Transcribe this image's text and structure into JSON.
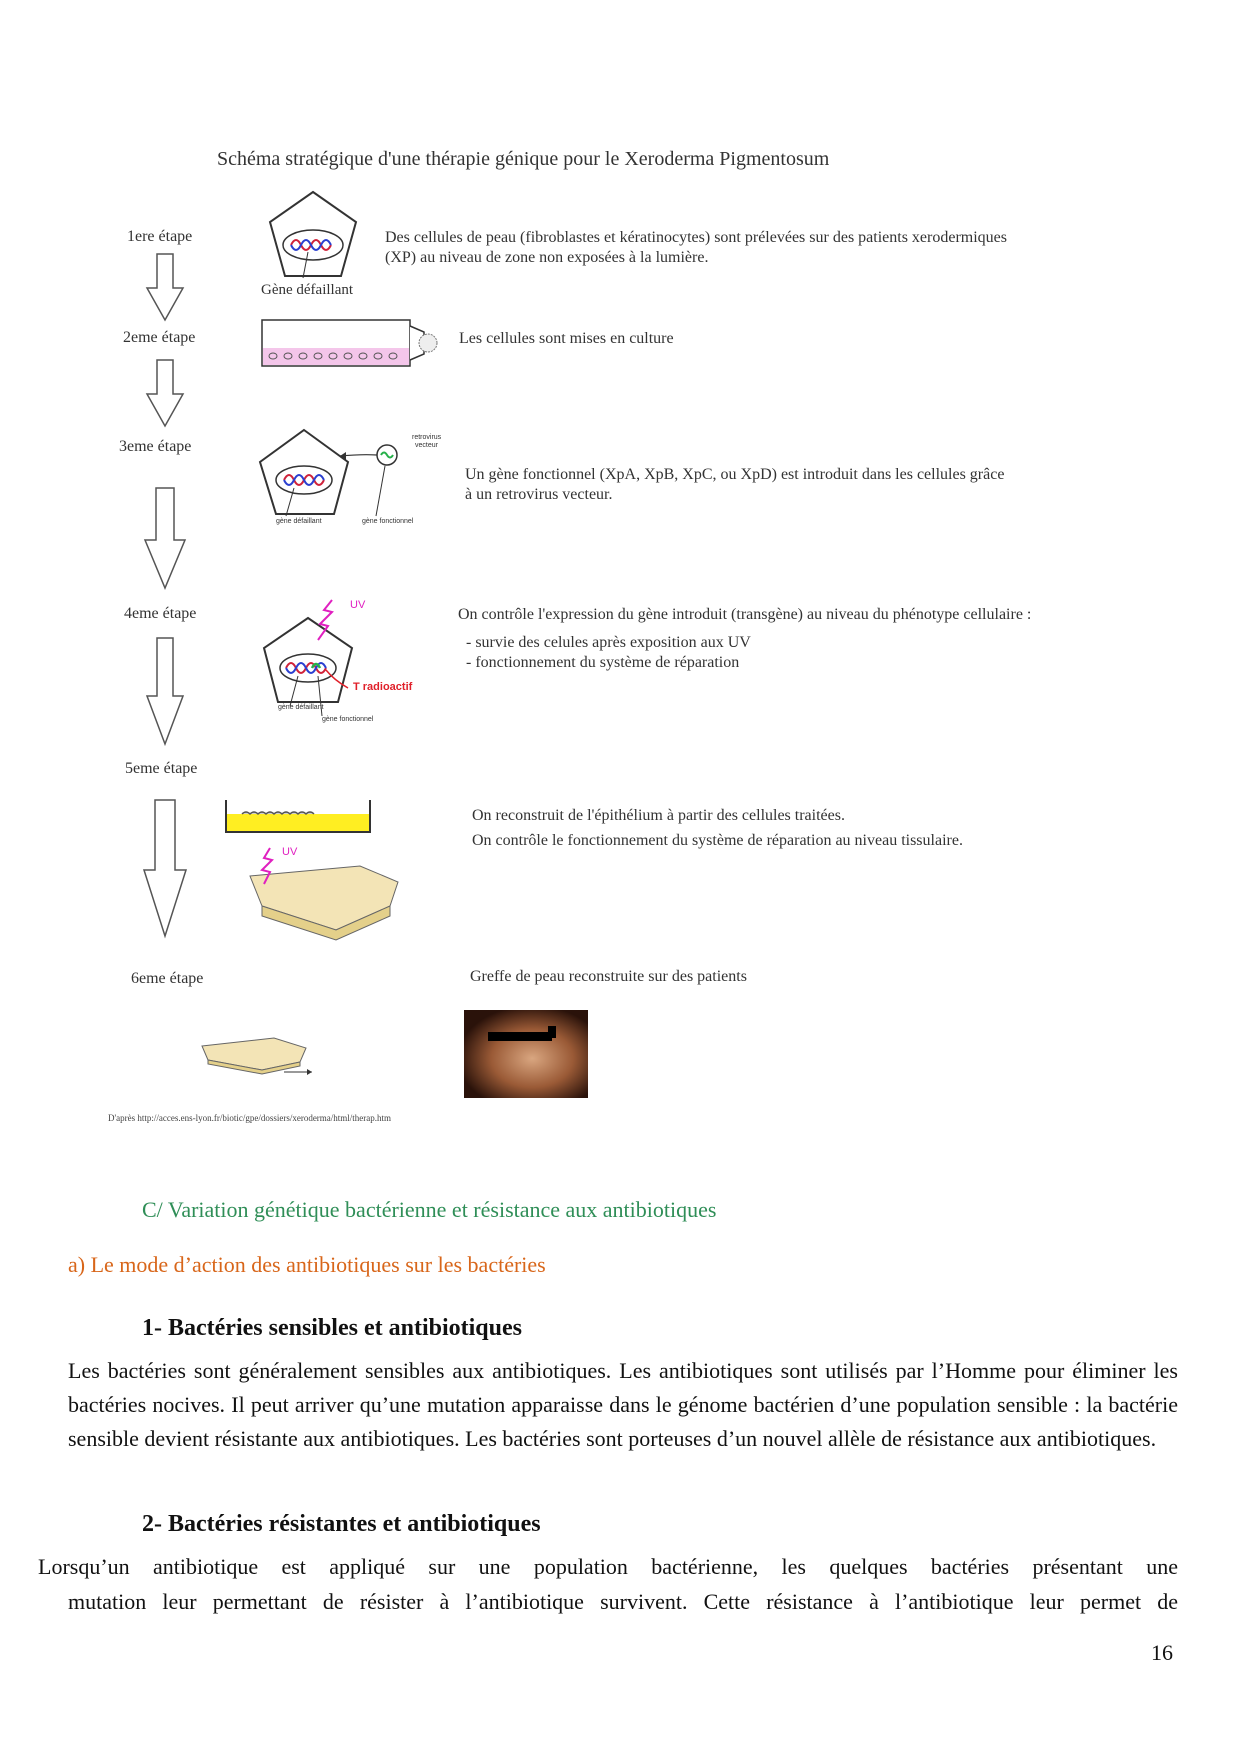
{
  "figure": {
    "title": "Schéma stratégique d'une thérapie génique pour le Xeroderma Pigmentosum",
    "steps": [
      {
        "label": "1ere étape",
        "caption": "Gène défaillant",
        "text": "Des cellules de peau (fibroblastes et kératinocytes) sont prélevées sur des patients xerodermiques (XP) au niveau de zone non exposées à la lumière."
      },
      {
        "label": "2eme étape",
        "text": "Les cellules sont mises en culture"
      },
      {
        "label": "3eme étape",
        "annotations": [
          "retrovirus",
          "vecteur",
          "gène défaillant",
          "gène fonctionnel"
        ],
        "text": "Un gène fonctionnel (XpA, XpB, XpC, ou XpD) est introduit dans les cellules grâce à un retrovirus vecteur."
      },
      {
        "label": "4eme étape",
        "annotations": [
          "UV",
          "T radioactif",
          "gène défaillant",
          "gène fonctionnel"
        ],
        "text": "On contrôle l'expression du gène introduit (transgène) au niveau du phénotype cellulaire :",
        "bullets": [
          "- survie des celules après exposition aux UV",
          "- fonctionnement du système de réparation"
        ]
      },
      {
        "label": "5eme étape",
        "annotations": [
          "UV"
        ],
        "lines": [
          "On reconstruit de l'épithélium à partir des cellules traitées.",
          "On contrôle le fonctionnement du système de réparation au niveau tissulaire."
        ]
      },
      {
        "label": "6eme étape",
        "text": "Greffe de peau reconstruite sur des patients"
      }
    ],
    "source": "D'après http://acces.ens-lyon.fr/biotic/gpe/dossiers/xeroderma/html/therap.htm"
  },
  "section_c": "C/ Variation génétique bactérienne et résistance aux antibiotiques",
  "section_a": "a) Le mode d’action des antibiotiques sur les bactéries",
  "heading1": "1- Bactéries sensibles et antibiotiques",
  "para1": "Les bactéries sont généralement sensibles aux antibiotiques. Les antibiotiques sont utilisés par l’Homme pour éliminer les bactéries nocives. Il peut arriver qu’une mutation apparaisse dans le génome bactérien d’une population sensible : la bactérie sensible devient résistante aux antibiotiques. Les bactéries sont porteuses d’un nouvel allèle de résistance aux antibiotiques.",
  "heading2": "2- Bactéries résistantes et antibiotiques",
  "para2_line1": "Lorsqu’un antibiotique est appliqué sur une population bactérienne, les quelques bactéries présentant une",
  "para2_line2": "mutation leur permettant de résister à l’antibiotique survivent. Cette résistance à l’antibiotique leur permet de",
  "page_number": "16",
  "colors": {
    "section_c": "#2f8e57",
    "section_a": "#d8661a",
    "dna_red": "#d0223a",
    "dna_blue": "#2a3fd0",
    "gene_green": "#27b04a",
    "uv_magenta": "#e020c0",
    "culture_pink": "#f4c6ea",
    "dish_yellow": "#ffee22",
    "tissue": "#f3e4b6"
  }
}
